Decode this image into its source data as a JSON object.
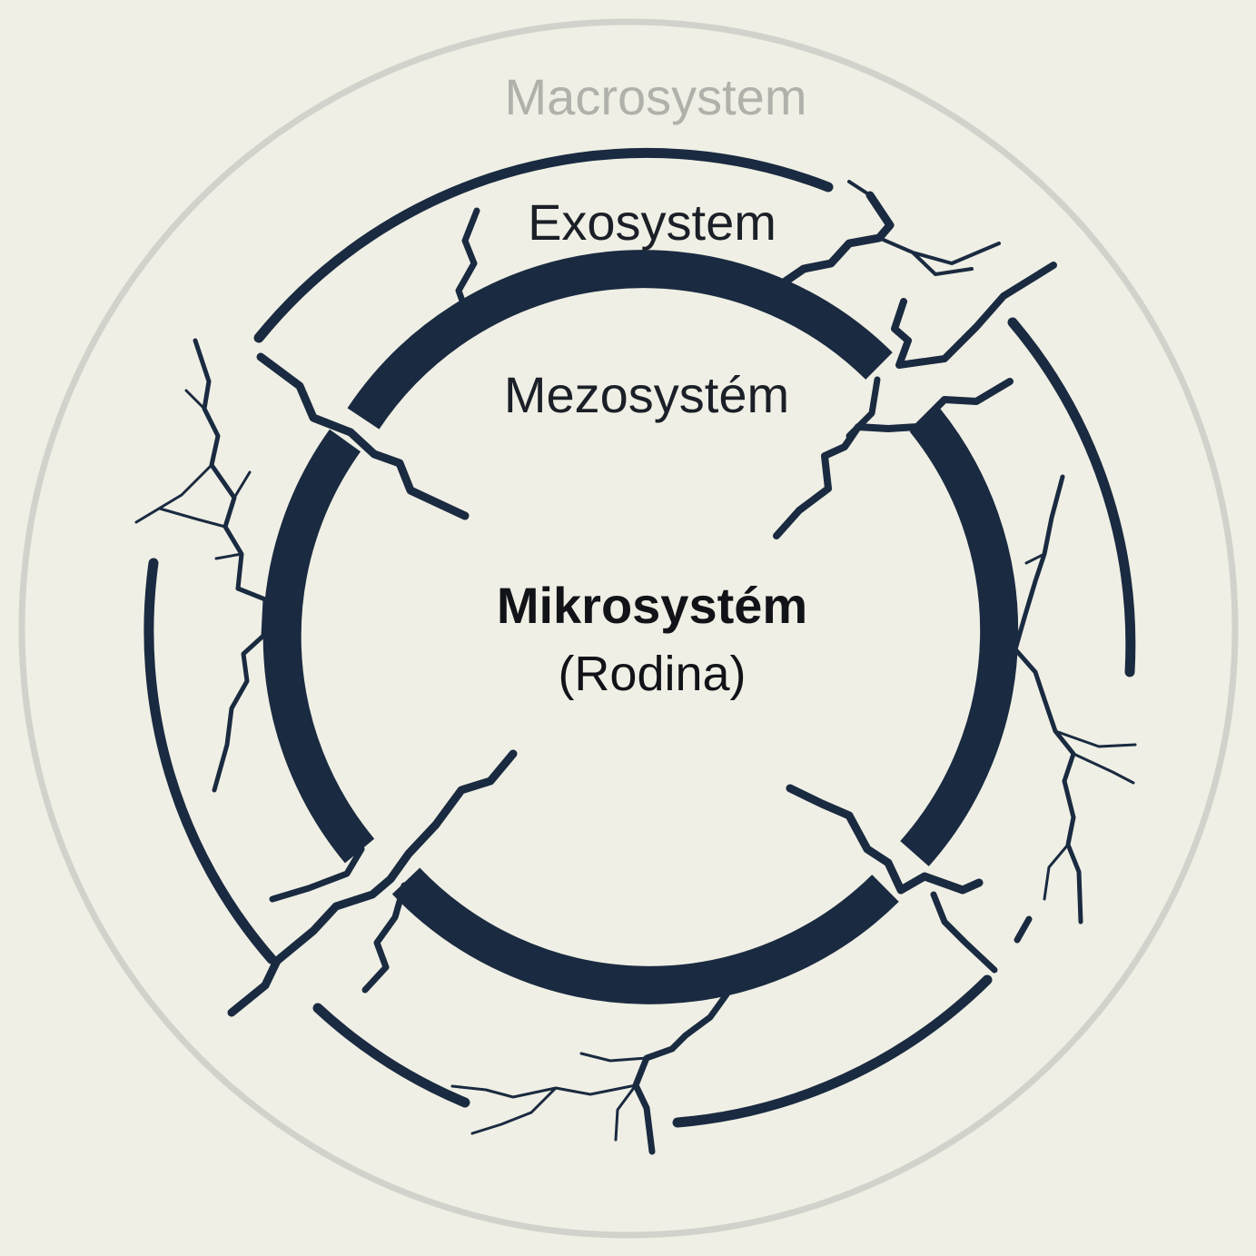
{
  "diagram": {
    "labels": {
      "macrosystem": "Macrosystem",
      "exosystem": "Exosystem",
      "mezosystem": "Mezosystém",
      "mikrosystem": "Mikrosystém",
      "mikrosystem_sub": "(Rodina)"
    },
    "colors": {
      "background": "#efefe5",
      "ring_navy": "#1a2a40",
      "macro_ring": "#d2d2cc",
      "macro_text": "#b1b1ab",
      "text_dark": "#1b1f27"
    }
  }
}
